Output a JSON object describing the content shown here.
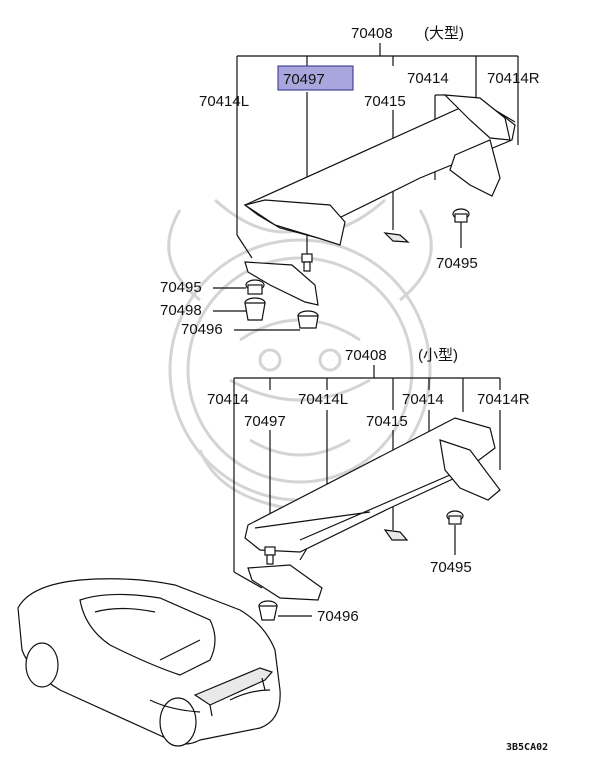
{
  "diagram": {
    "upper": {
      "assembly": {
        "number": "70408",
        "size": "(大型)"
      },
      "labels": {
        "highlighted": "70497",
        "left": "70414L",
        "center": "70415",
        "mid_right": "70414",
        "right": "70414R",
        "nut_right": "70495",
        "nut_left": "70495",
        "grommet": "70498",
        "clip": "70496"
      }
    },
    "lower": {
      "assembly": {
        "number": "70408",
        "size": "(小型)"
      },
      "labels": {
        "far_left": "70414",
        "bolt": "70497",
        "left": "70414L",
        "center": "70415",
        "mid_right": "70414",
        "right": "70414R",
        "nut_right": "70495",
        "clip": "70496"
      }
    },
    "diagram_code": "3B5CA02",
    "colors": {
      "highlight_fill": "#a9a6dd",
      "highlight_border": "#2b2a8a",
      "watermark": "#d4d4d4"
    }
  }
}
